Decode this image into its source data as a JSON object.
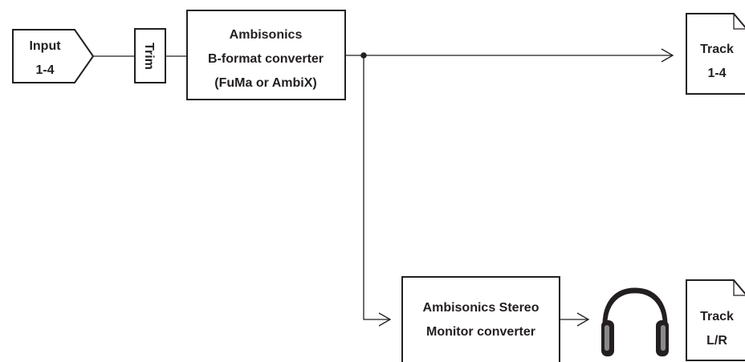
{
  "input": {
    "line1": "Input",
    "line2": "1-4"
  },
  "trim": {
    "label": "Trim"
  },
  "bformat": {
    "line1": "Ambisonics",
    "line2": "B-format converter",
    "line3": "(FuMa or AmbiX)"
  },
  "track_main": {
    "line1": "Track",
    "line2": "1-4"
  },
  "stereo": {
    "line1": "Ambisonics Stereo",
    "line2": "Monitor converter"
  },
  "track_lr": {
    "line1": "Track",
    "line2": "L/R"
  },
  "icons": {
    "headphones": "headphones-icon"
  }
}
